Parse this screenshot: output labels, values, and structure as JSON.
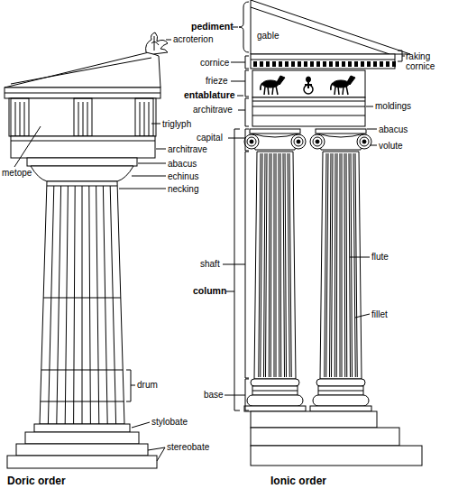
{
  "diagram": {
    "labels": [
      "acroterion",
      "triglyph",
      "architrave",
      "metope",
      "abacus",
      "echinus",
      "necking",
      "drum",
      "stylobate",
      "stereobate",
      "Doric order",
      "pediment",
      "gable",
      "raking cornice",
      "cornice",
      "frieze",
      "entablature",
      "architrave",
      "moldings",
      "capital",
      "abacus",
      "volute",
      "shaft",
      "column",
      "flute",
      "fillet",
      "base",
      "Ionic order"
    ]
  }
}
